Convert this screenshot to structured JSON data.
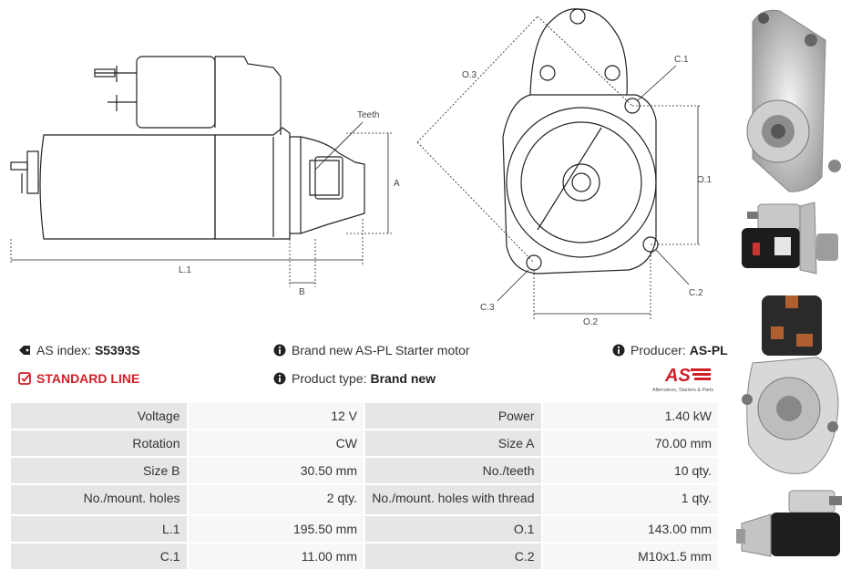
{
  "drawing": {
    "side_labels": {
      "teeth": "Teeth",
      "a": "A",
      "l1": "L.1",
      "b": "B"
    },
    "front_labels": {
      "o3": "O.3",
      "c1": "C.1",
      "o1": "O.1",
      "c2": "C.2",
      "c3": "C.3",
      "o2": "O.2"
    }
  },
  "info": {
    "as_index_label": "AS index:",
    "as_index_value": "S5393S",
    "standard_line": "STANDARD LINE",
    "description": "Brand new AS-PL Starter motor",
    "product_type_label": "Product type:",
    "product_type_value": "Brand new",
    "producer_label": "Producer:",
    "producer_value": "AS-PL"
  },
  "logo": {
    "brand": "AS",
    "tagline": "Alternators, Starters & Parts"
  },
  "specs": [
    {
      "l1": "Voltage",
      "v1": "12 V",
      "l2": "Power",
      "v2": "1.40 kW"
    },
    {
      "l1": "Rotation",
      "v1": "CW",
      "l2": "Size A",
      "v2": "70.00 mm"
    },
    {
      "l1": "Size B",
      "v1": "30.50 mm",
      "l2": "No./teeth",
      "v2": "10 qty."
    },
    {
      "l1": "No./mount. holes",
      "v1": "2 qty.",
      "l2": "No./mount. holes with thread",
      "v2": "1 qty."
    },
    {
      "l1": "L.1",
      "v1": "195.50 mm",
      "l2": "O.1",
      "v2": "143.00 mm"
    },
    {
      "l1": "C.1",
      "v1": "11.00 mm",
      "l2": "C.2",
      "v2": "M10x1.5 mm"
    }
  ],
  "colors": {
    "accent_red": "#d0202a",
    "text": "#333333"
  }
}
